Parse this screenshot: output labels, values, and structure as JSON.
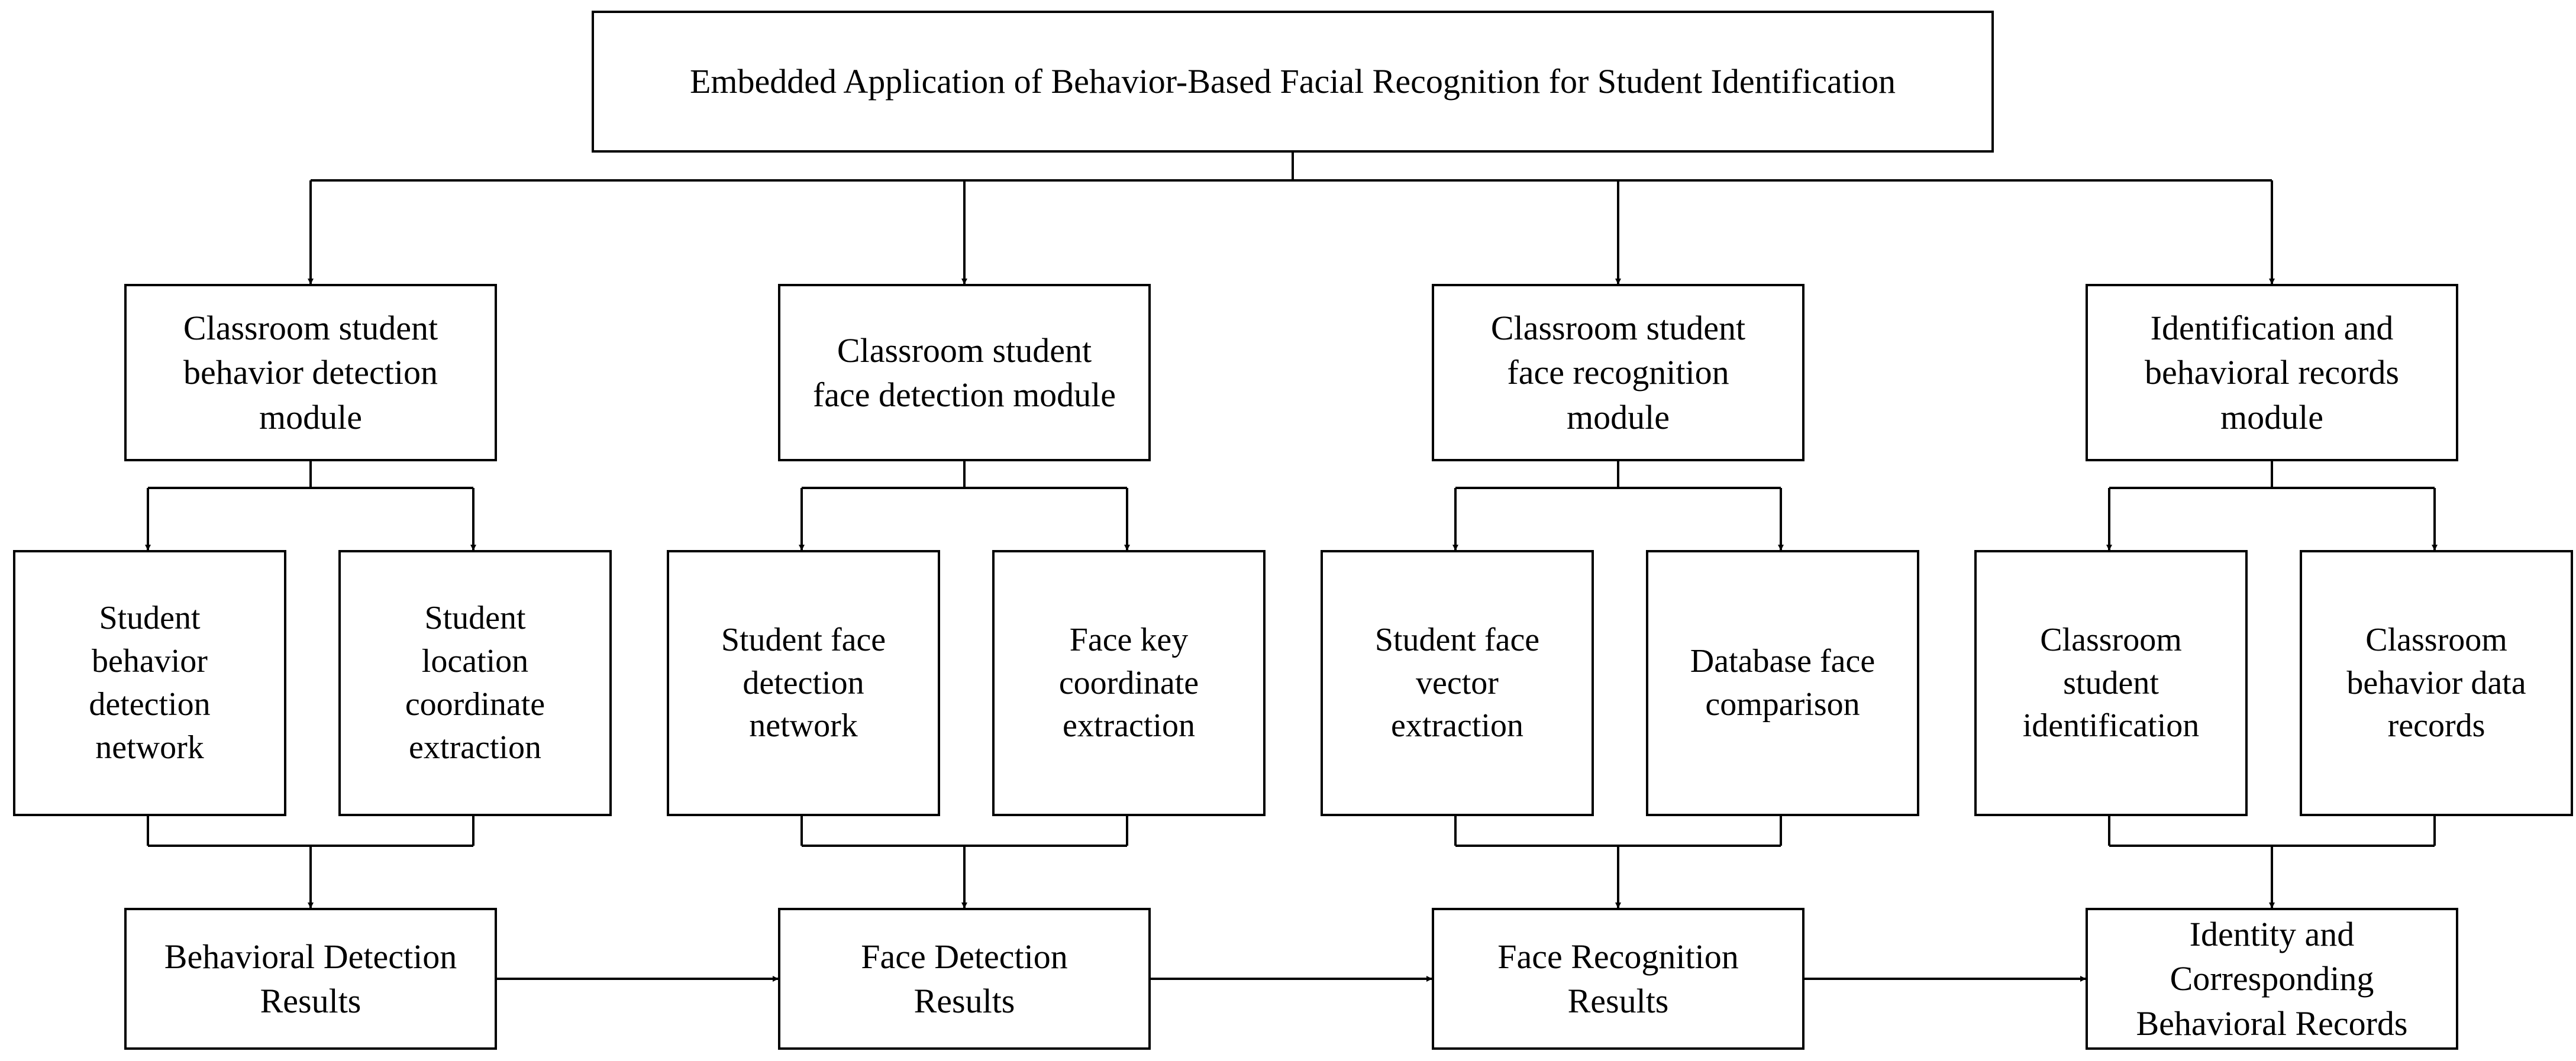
{
  "title": "Embedded Application of Behavior-Based Facial Recognition for Student Identification",
  "columns": [
    {
      "module": "Classroom student\nbehavior detection\nmodule",
      "subs": [
        "Student\nbehavior\ndetection\nnetwork",
        "Student\nlocation\ncoordinate\nextraction"
      ],
      "result": "Behavioral Detection\nResults"
    },
    {
      "module": "Classroom student\nface detection module",
      "subs": [
        "Student face\ndetection\nnetwork",
        "Face key\ncoordinate\nextraction"
      ],
      "result": "Face Detection\nResults"
    },
    {
      "module": "Classroom student\nface recognition\nmodule",
      "subs": [
        "Student face\nvector\nextraction",
        "Database face\ncomparison"
      ],
      "result": "Face Recognition\nResults"
    },
    {
      "module": "Identification and\nbehavioral records\nmodule",
      "subs": [
        "Classroom\nstudent\nidentification",
        "Classroom\nbehavior data\nrecords"
      ],
      "result": "Identity and\nCorresponding\nBehavioral Records"
    }
  ]
}
